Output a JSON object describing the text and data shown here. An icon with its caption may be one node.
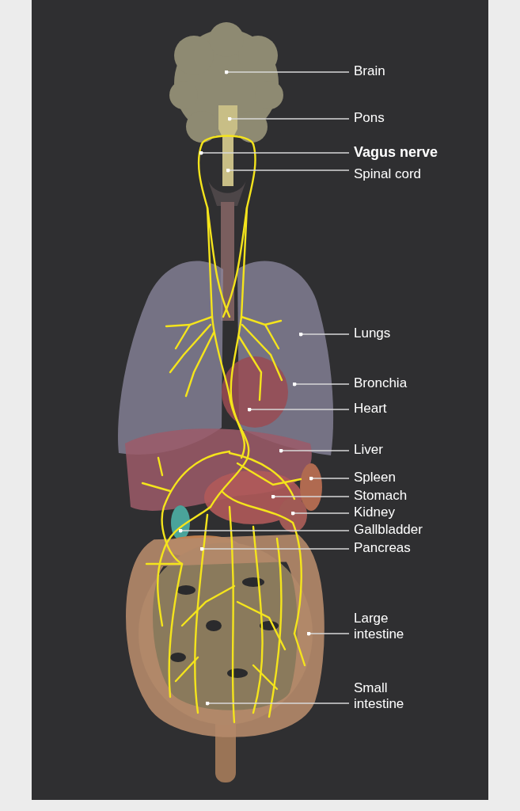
{
  "diagram": {
    "nodes": [
      {
        "text": [
          "Brain"
        ]
      },
      {
        "text": [
          "Pons"
        ]
      },
      {
        "text": [
          "Vagus nerve"
        ]
      },
      {
        "text": [
          "Spinal cord"
        ]
      },
      {
        "text": [
          "Lungs"
        ]
      },
      {
        "text": [
          "Bronchia"
        ]
      },
      {
        "text": [
          "Heart"
        ]
      },
      {
        "text": [
          "Liver"
        ]
      },
      {
        "text": [
          "Spleen"
        ]
      },
      {
        "text": [
          "Stomach"
        ]
      },
      {
        "text": [
          "Kidney"
        ]
      },
      {
        "text": [
          "Gallbladder"
        ]
      },
      {
        "text": [
          "Pancreas"
        ]
      },
      {
        "text": [
          "Large intestine"
        ]
      },
      {
        "text": [
          "Small intestine"
        ]
      }
    ],
    "edges": [
      {
        "from": 0,
        "to": null,
        "arrow": "other"
      },
      {
        "from": 1,
        "to": null,
        "arrow": "other"
      },
      {
        "from": 2,
        "to": null,
        "arrow": "other"
      },
      {
        "from": 3,
        "to": null,
        "arrow": "other"
      },
      {
        "from": 4,
        "to": null,
        "arrow": "other"
      },
      {
        "from": 5,
        "to": null,
        "arrow": "other"
      },
      {
        "from": 6,
        "to": null,
        "arrow": "other"
      },
      {
        "from": 7,
        "to": null,
        "arrow": "other"
      },
      {
        "from": 8,
        "to": null,
        "arrow": "other"
      },
      {
        "from": 9,
        "to": null,
        "arrow": "other"
      },
      {
        "from": 10,
        "to": null,
        "arrow": "other"
      },
      {
        "from": 11,
        "to": null,
        "arrow": "other"
      },
      {
        "from": 12,
        "to": null,
        "arrow": "other"
      },
      {
        "from": 13,
        "to": null,
        "arrow": "other"
      },
      {
        "from": 14,
        "to": null,
        "arrow": "other"
      }
    ]
  }
}
